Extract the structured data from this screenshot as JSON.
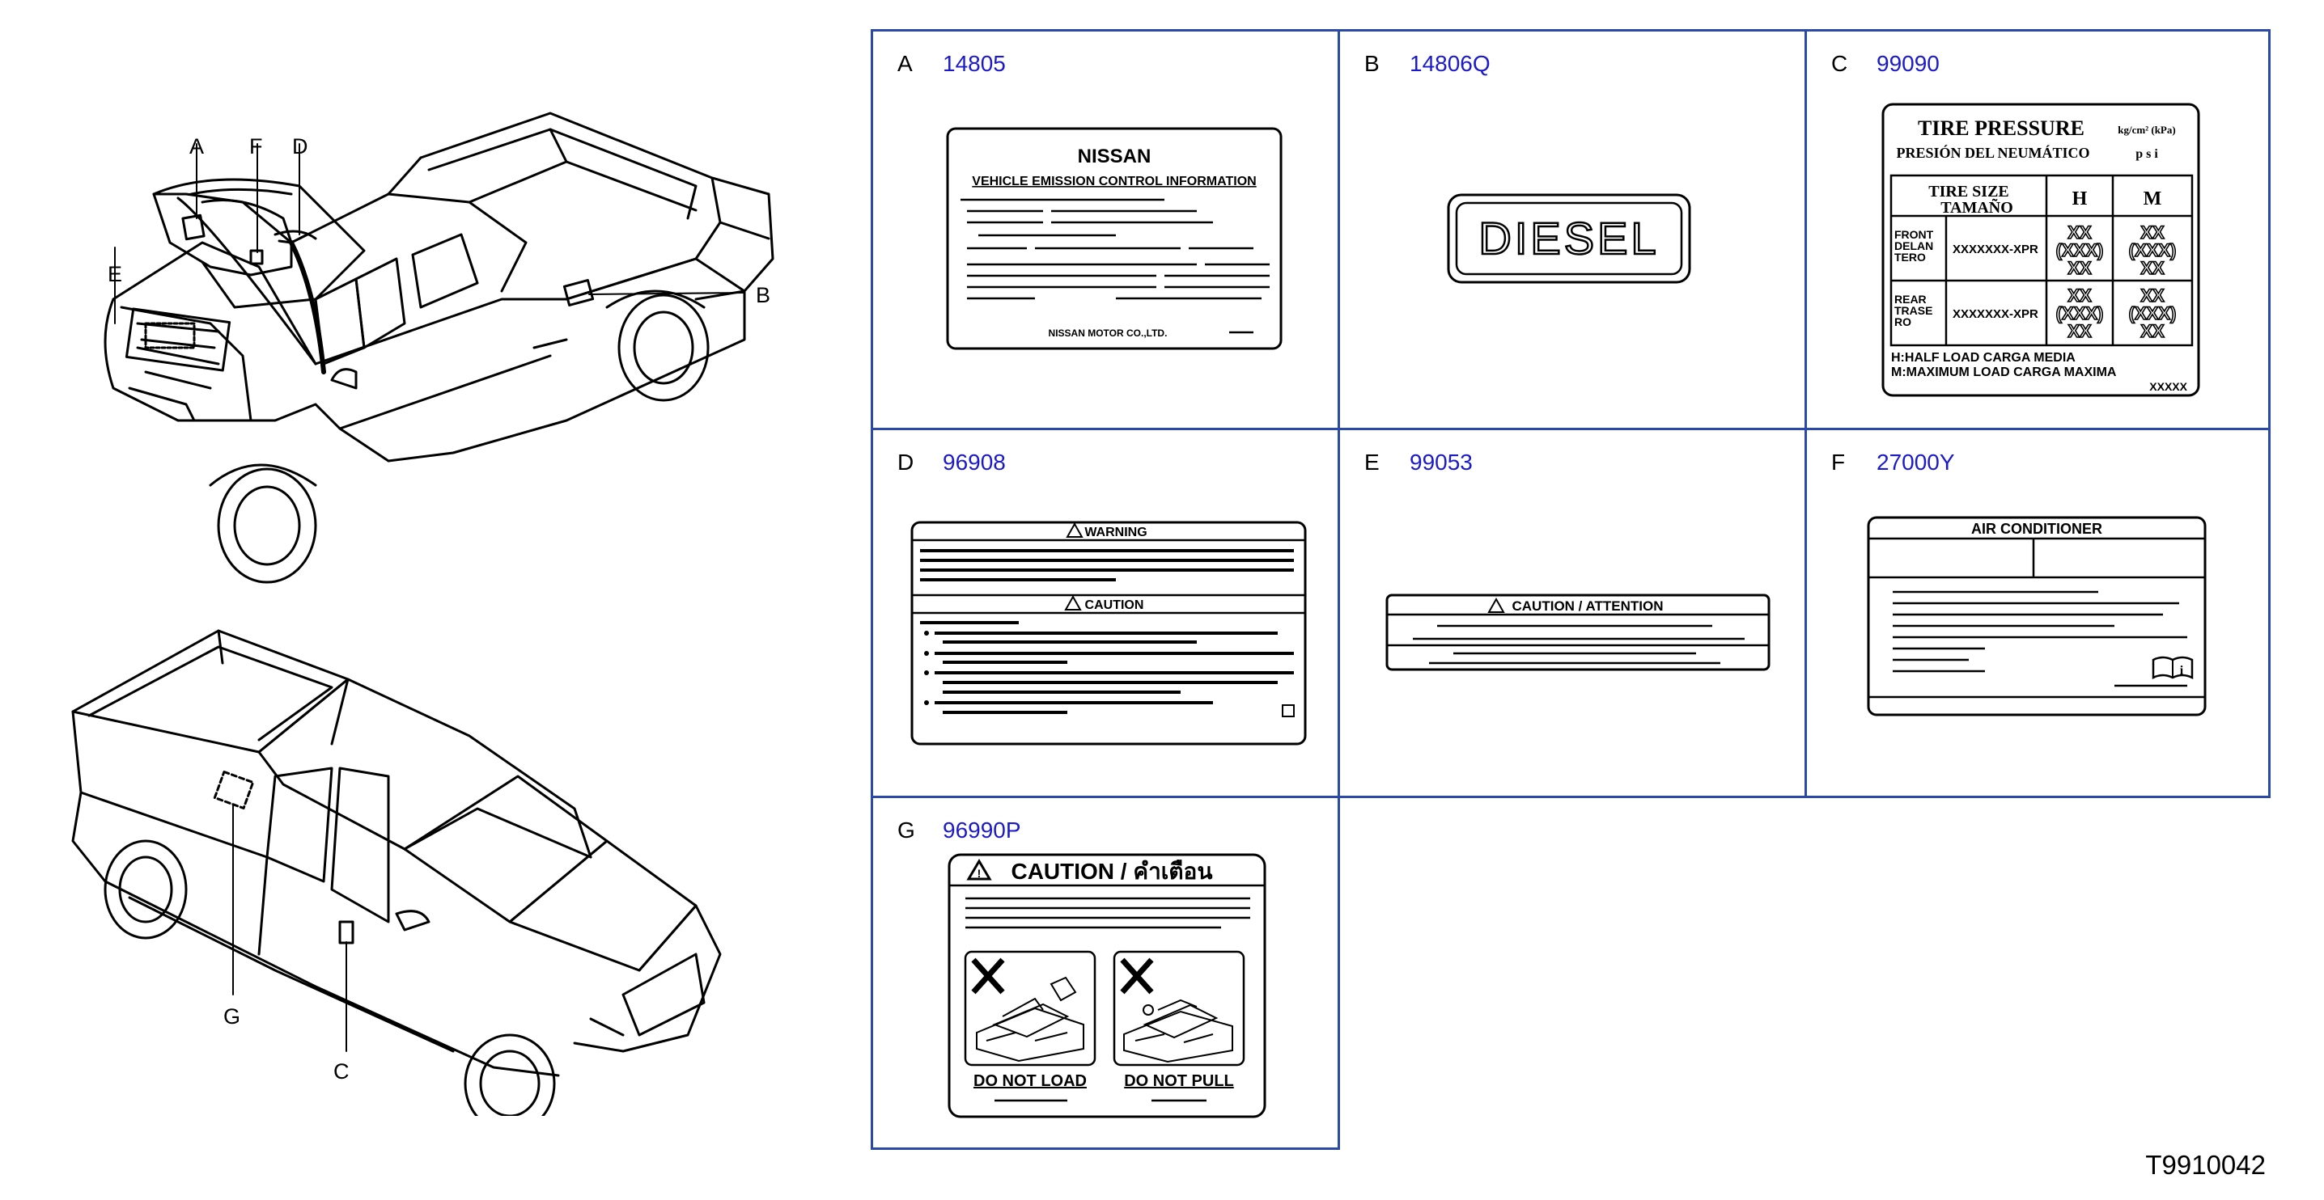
{
  "callouts": {
    "top": [
      "A",
      "F",
      "D",
      "E",
      "B"
    ],
    "bottom": [
      "G",
      "C"
    ]
  },
  "cells": [
    {
      "letter": "A",
      "part": "14805",
      "label_text": {
        "brand": "NISSAN",
        "title": "VEHICLE EMISSION CONTROL INFORMATION",
        "footer": "NISSAN MOTOR CO.,LTD."
      }
    },
    {
      "letter": "B",
      "part": "14806Q",
      "label_text": {
        "badge": "DIESEL"
      }
    },
    {
      "letter": "C",
      "part": "99090",
      "label_text": {
        "title": "TIRE PRESSURE",
        "unit": "kg/cm² (kPa)",
        "subtitle": "PRESIÓN DEL NEUMÁTICO",
        "unit2": "p s i",
        "size_header": "TIRE SIZE\nTAMAÑO",
        "col_h": "H",
        "col_m": "M",
        "row1": "FRONT\nDELAN\nTERO",
        "row2": "REAR\nTRASE\nRO",
        "size": "XXXXXXX-XPR",
        "val_a": "XX",
        "val_b": "(XXX)",
        "note1": "H:HALF  LOAD     CARGA  MEDIA",
        "note2": "M:MAXIMUM  LOAD  CARGA  MAXIMA",
        "code": "XXXXX"
      }
    },
    {
      "letter": "D",
      "part": "96908",
      "label_text": {
        "warning": "WARNING",
        "caution": "CAUTION"
      }
    },
    {
      "letter": "E",
      "part": "99053",
      "label_text": {
        "title": "CAUTION / ATTENTION"
      }
    },
    {
      "letter": "F",
      "part": "27000Y",
      "label_text": {
        "title": "AIR CONDITIONER"
      }
    },
    {
      "letter": "G",
      "part": "96990P",
      "label_text": {
        "title": "CAUTION / คำเตือน",
        "left_caption": "DO NOT LOAD",
        "right_caption": "DO NOT PULL"
      }
    }
  ],
  "diagram_id": "T9910042"
}
